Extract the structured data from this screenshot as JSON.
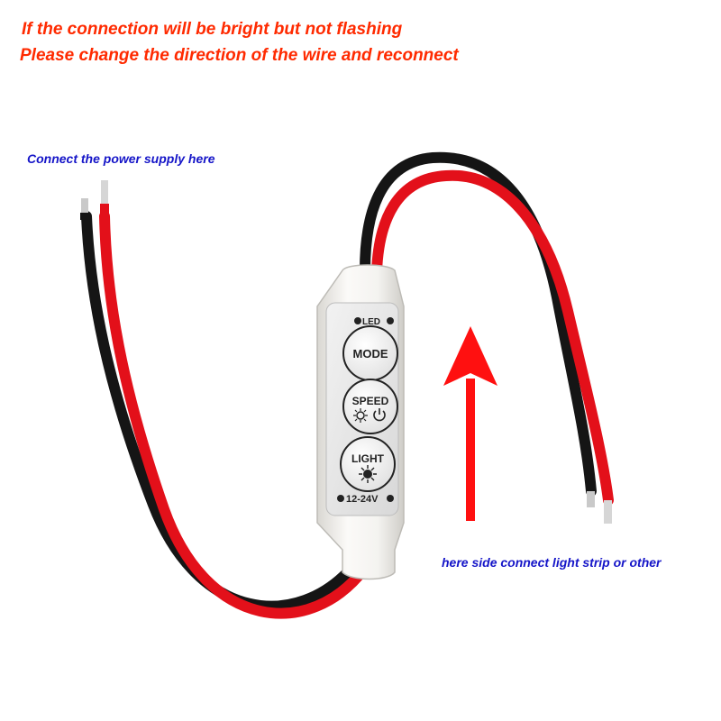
{
  "annotations": {
    "warning_line_1": "If the connection will be bright but not flashing",
    "warning_line_2": "Please change the direction of the wire and reconnect",
    "power_note": "Connect the power supply here",
    "output_note": "here side connect light strip or other"
  },
  "controller": {
    "led_label": "LED",
    "mode_label": "MODE",
    "speed_label": "SPEED",
    "light_label": "LIGHT",
    "voltage_label": "12-24V"
  },
  "icons": [
    "arrow-up-icon",
    "sun-icon",
    "power-icon",
    "plus-icon",
    "minus-icon"
  ],
  "colors": {
    "warning_text": "#ff2a00",
    "note_text": "#1515c8",
    "arrow": "#ff1010",
    "wire_red": "#e3101a",
    "wire_black": "#151515",
    "housing": "#f3f2ef"
  }
}
